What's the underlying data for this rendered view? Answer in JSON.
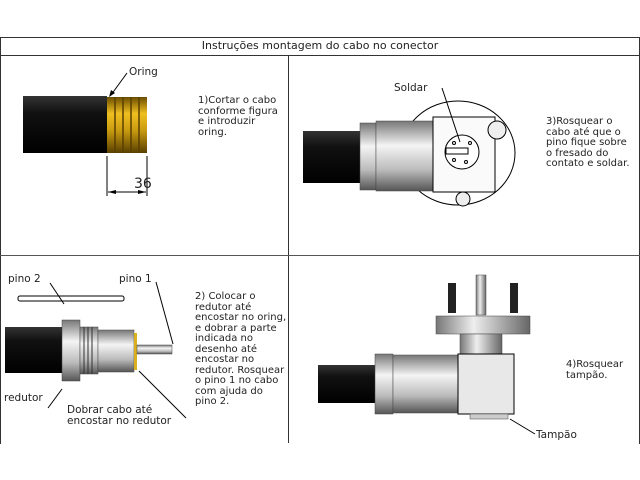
{
  "title": "Instruções montagem do cabo no conector",
  "step1": {
    "instruction": "1)Cortar o cabo\nconforme figura\ne introduzir\noring.",
    "label_oring": "Oring",
    "dimension": "36"
  },
  "step2": {
    "instruction": "2) Colocar o\nredutor até\nencostar no oring,\ne dobrar a parte\nindicada no\ndesenho até\nencostar no\nredutor. Rosquear\n o pino 1 no cabo\ncom ajuda do\npino 2.",
    "label_pino2": "pino 2",
    "label_pino1": "pino 1",
    "label_redutor": "redutor",
    "label_dobrar": "Dobrar cabo até\nencostar no redutor"
  },
  "step3": {
    "instruction": "3)Rosquear o\ncabo até que o\npino fique sobre\no fresado do\ncontato e soldar.",
    "label_soldar": "Soldar"
  },
  "step4": {
    "instruction": "4)Rosquear\ntampão.",
    "label_tampao": "Tampão"
  }
}
